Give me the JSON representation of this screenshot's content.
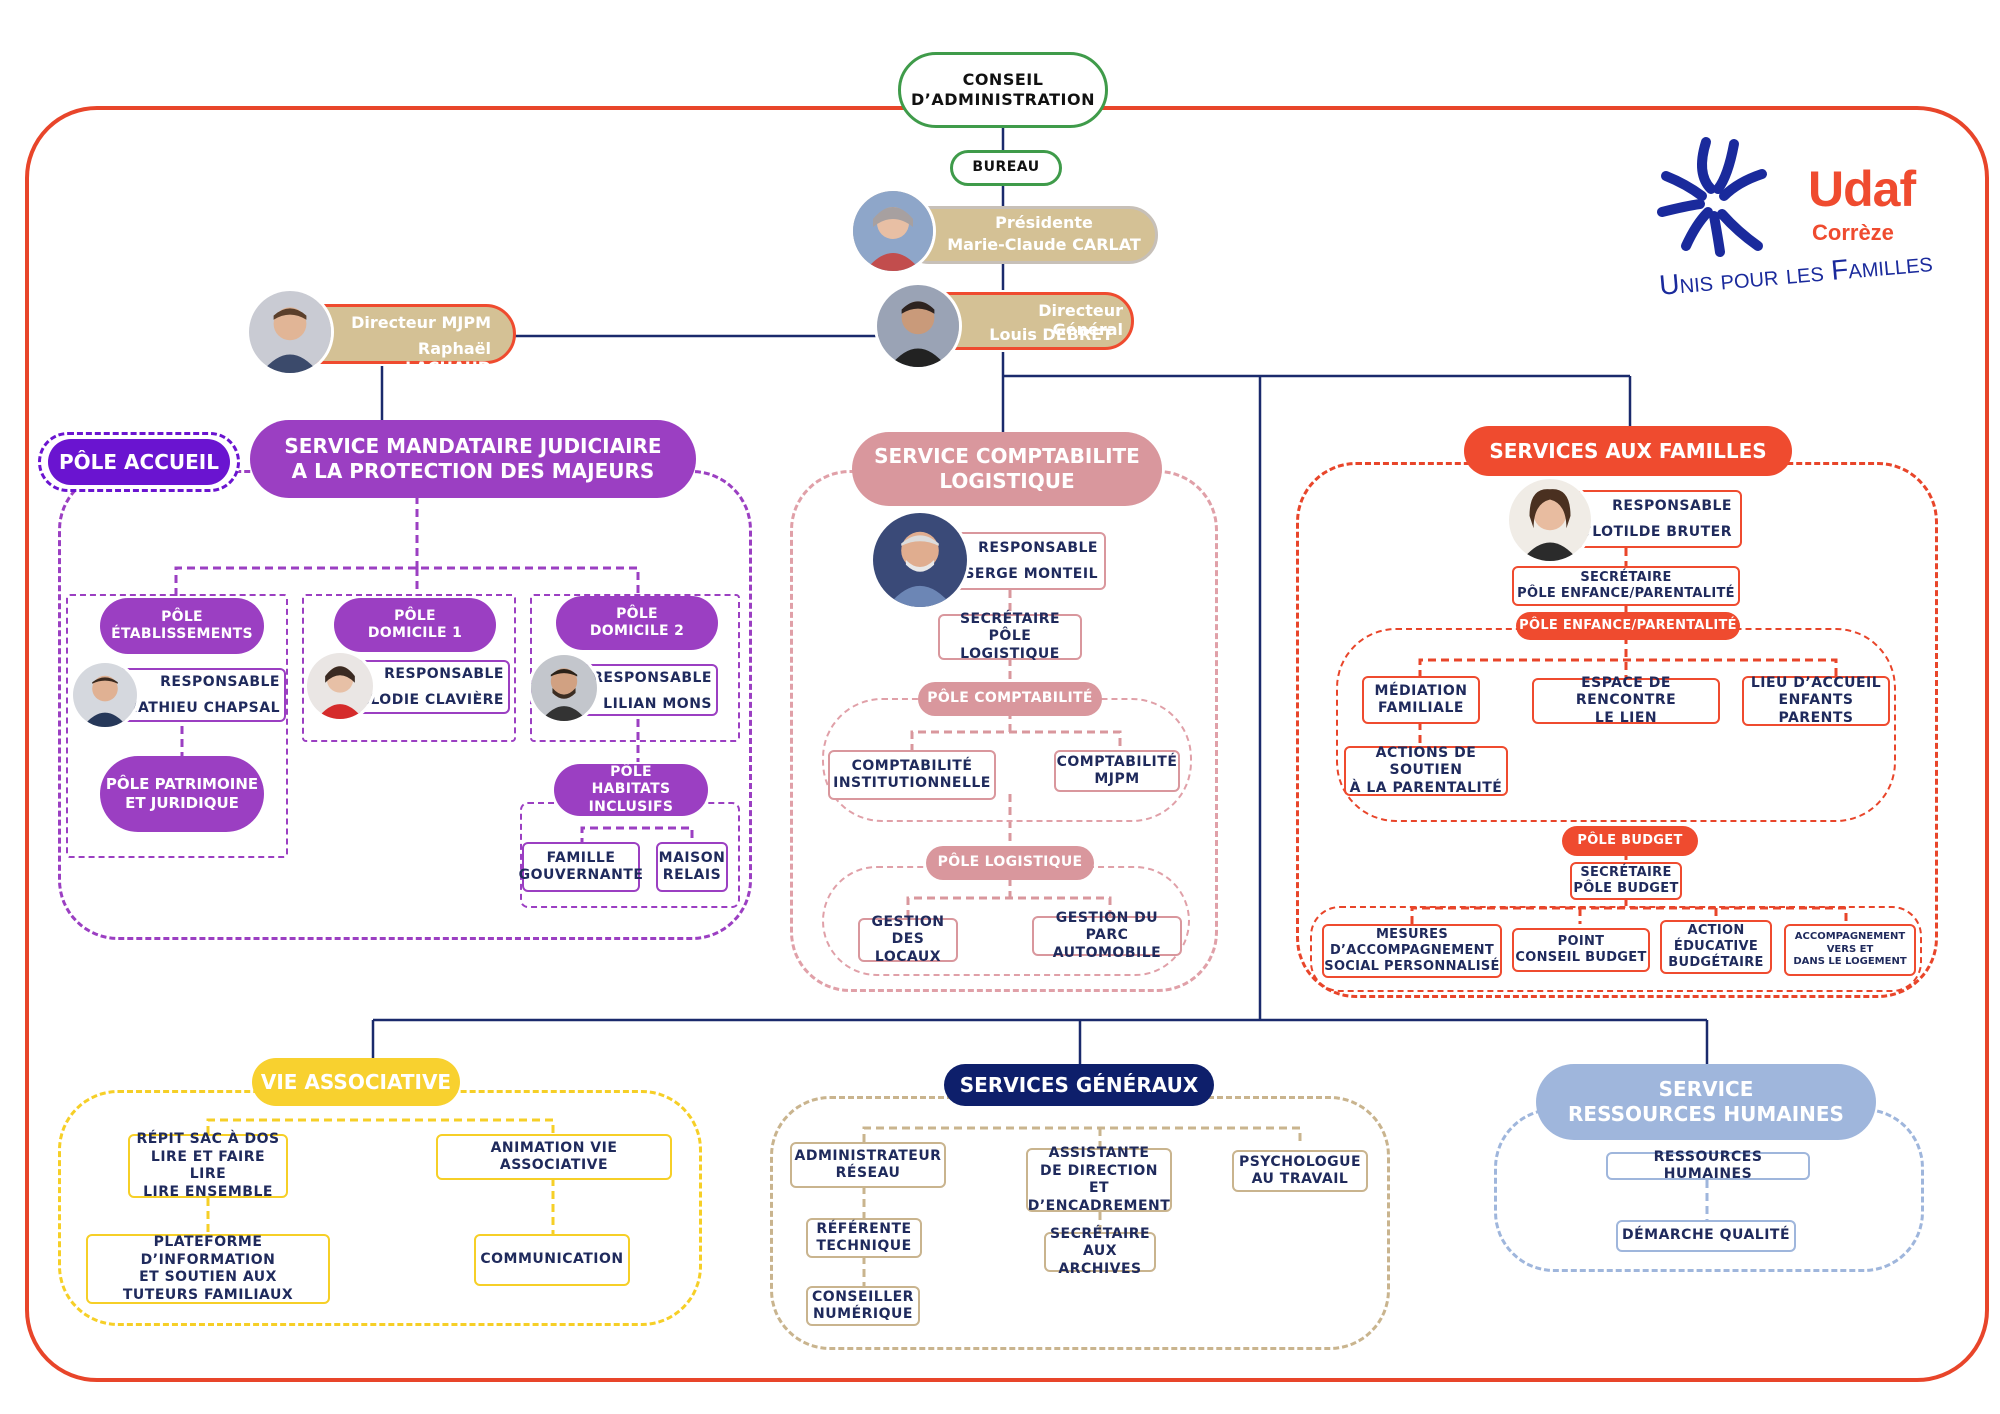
{
  "colors": {
    "frame_red": "#e8452a",
    "green": "#3f9b4a",
    "navy": "#1a2a6c",
    "purple": "#9b3fc2",
    "deep_purple": "#6a14d0",
    "pink": "#d9979d",
    "red": "#ef4b2f",
    "yellow": "#f8d12f",
    "tan": "#c9b48e",
    "dark_navy": "#0e1f6b",
    "light_blue": "#9fb6dc",
    "beige": "#d4c195"
  },
  "top": {
    "conseil": "CONSEIL\nD’ADMINISTRATION",
    "bureau": "BUREAU"
  },
  "presidente": {
    "title": "Présidente",
    "name": "Marie-Claude CARLAT"
  },
  "dg": {
    "title": "Directeur Général",
    "name": "Louis DEBRET"
  },
  "mjpm_dir": {
    "title": "Directeur MJPM",
    "name": "Raphaël LACHAUD"
  },
  "logo": {
    "brand": "Udaf",
    "sub": "Corrèze",
    "tagline": "Unis pour les Familles",
    "icon": "udaf-sun-logo-icon"
  },
  "mjpm": {
    "pole_accueil": "PÔLE ACCUEIL",
    "title": "SERVICE MANDATAIRE JUDICIAIRE\nA LA PROTECTION DES MAJEURS",
    "etab": {
      "pole": "PÔLE\nÉTABLISSEMENTS",
      "role": "RESPONSABLE",
      "name": "MATHIEU CHAPSAL"
    },
    "dom1": {
      "pole": "PÔLE\nDOMICILE 1",
      "role": "RESPONSABLE",
      "name": "ELODIE CLAVIÈRE"
    },
    "dom2": {
      "pole": "PÔLE\nDOMICILE 2",
      "role": "RESPONSABLE",
      "name": "LILIAN MONS"
    },
    "patrimoine": "PÔLE PATRIMOINE\nET JURIDIQUE",
    "habitats": "PÔLE\nHABITATS INCLUSIFS",
    "famille": "FAMILLE\nGOUVERNANTE",
    "maison": "MAISON\nRELAIS"
  },
  "compta": {
    "title": "SERVICE COMPTABILITE\nLOGISTIQUE",
    "role": "RESPONSABLE",
    "name": "SERGE MONTEIL",
    "secretaire": "SECRÉTAIRE\nPÔLE LOGISTIQUE",
    "pole_compta": "PÔLE COMPTABILITÉ",
    "compta_inst": "COMPTABILITÉ\nINSTITUTIONNELLE",
    "compta_mjpm": "COMPTABILITÉ\nMJPM",
    "pole_log": "PÔLE LOGISTIQUE",
    "locaux": "GESTION\nDES LOCAUX",
    "parc": "GESTION DU\nPARC AUTOMOBILE"
  },
  "familles": {
    "title": "SERVICES AUX FAMILLES",
    "role": "RESPONSABLE",
    "name": "CLOTILDE BRUTER",
    "secretaire_enf": "SECRÉTAIRE\nPÔLE ENFANCE/PARENTALITÉ",
    "pole_enf": "PÔLE ENFANCE/PARENTALITÉ",
    "mediation": "MÉDIATION\nFAMILIALE",
    "espace": "ESPACE DE RENCONTRE\nLE LIEN",
    "lieu": "LIEU D’ACCUEIL\nENFANTS PARENTS",
    "actions": "ACTIONS DE SOUTIEN\nÀ LA PARENTALITÉ",
    "pole_budget": "PÔLE BUDGET",
    "secretaire_bud": "SECRÉTAIRE\nPÔLE BUDGET",
    "mesures": "MESURES\nD’ACCOMPAGNEMENT\nSOCIAL PERSONNALISÉ",
    "point": "POINT\nCONSEIL BUDGET",
    "action": "ACTION\nÉDUCATIVE\nBUDGÉTAIRE",
    "accomp": "ACCOMPAGNEMENT\nVERS ET\nDANS LE LOGEMENT"
  },
  "vie": {
    "title": "VIE ASSOCIATIVE",
    "repit": "RÉPIT SAC À DOS\nLIRE ET FAIRE LIRE\nLIRE ENSEMBLE",
    "animation": "ANIMATION VIE ASSOCIATIVE",
    "plateforme": "PLATEFORME D’INFORMATION\nET SOUTIEN AUX\nTUTEURS FAMILIAUX",
    "communication": "COMMUNICATION"
  },
  "generaux": {
    "title": "SERVICES GÉNÉRAUX",
    "admin": "ADMINISTRATEUR\nRÉSEAU",
    "referente": "RÉFÉRENTE\nTECHNIQUE",
    "conseiller": "CONSEILLER\nNUMÉRIQUE",
    "assistante": "ASSISTANTE\nDE DIRECTION ET\nD’ENCADREMENT",
    "secretaire": "SECRÉTAIRE\nAUX ARCHIVES",
    "psy": "PSYCHOLOGUE\nAU TRAVAIL"
  },
  "rh": {
    "title": "SERVICE\nRESSOURCES HUMAINES",
    "rh": "RESSOURCES HUMAINES",
    "qualite": "DÉMARCHE QUALITÉ"
  }
}
